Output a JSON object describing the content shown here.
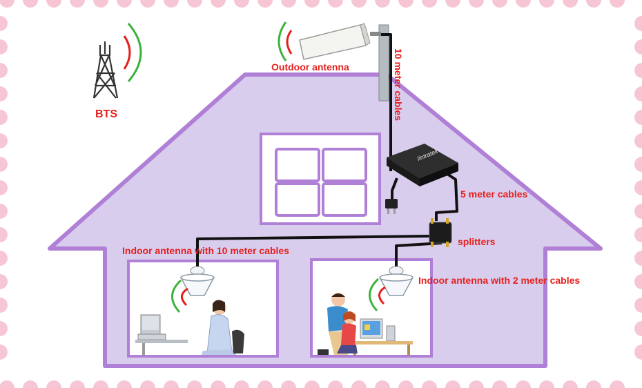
{
  "labels": {
    "bts": "BTS",
    "outdoor_antenna": "Outdoor antenna",
    "cable_10m": "10 meter cables",
    "cable_5m": "5 meter cables",
    "splitters": "splitters",
    "indoor_antenna_10m": "Indoor antenna with 10 meter cables",
    "indoor_antenna_2m": "Indoor antenna with 2 meter cables",
    "repeater_brand": "lintratek"
  },
  "colors": {
    "label_text": "#e4201e",
    "house_fill": "#d9cdee",
    "house_border": "#b07fd6",
    "frame_dots": "#f7c6d4",
    "cable": "#111111",
    "signal_red": "#e4201e",
    "signal_green": "#3cb23c"
  },
  "icons": [
    "bts-tower-icon",
    "outdoor-antenna-icon",
    "repeater-icon",
    "splitter-icon",
    "indoor-antenna-icon",
    "plug-icon"
  ]
}
